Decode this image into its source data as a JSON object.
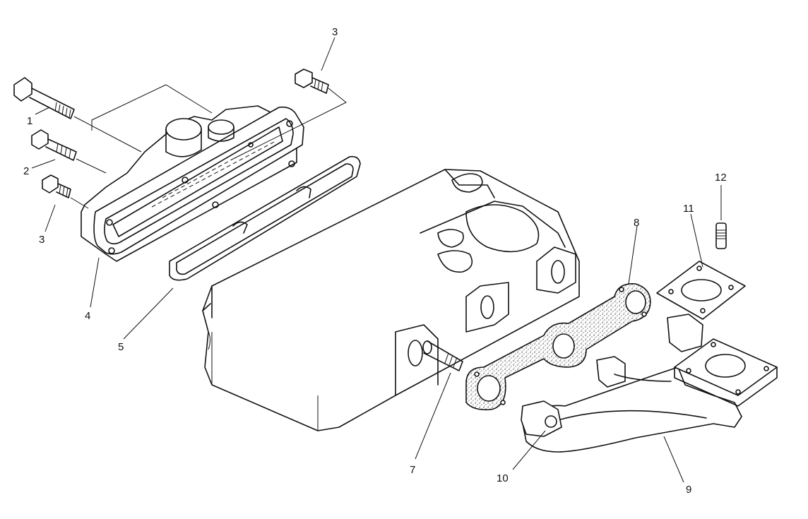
{
  "diagram": {
    "callouts": [
      {
        "id": "c1",
        "label": "1"
      },
      {
        "id": "c2",
        "label": "2"
      },
      {
        "id": "c3a",
        "label": "3"
      },
      {
        "id": "c3b",
        "label": "3"
      },
      {
        "id": "c4",
        "label": "4"
      },
      {
        "id": "c5",
        "label": "5"
      },
      {
        "id": "c7",
        "label": "7"
      },
      {
        "id": "c8",
        "label": "8"
      },
      {
        "id": "c9",
        "label": "9"
      },
      {
        "id": "c10",
        "label": "10"
      },
      {
        "id": "c11",
        "label": "11"
      },
      {
        "id": "c12",
        "label": "12"
      }
    ]
  }
}
